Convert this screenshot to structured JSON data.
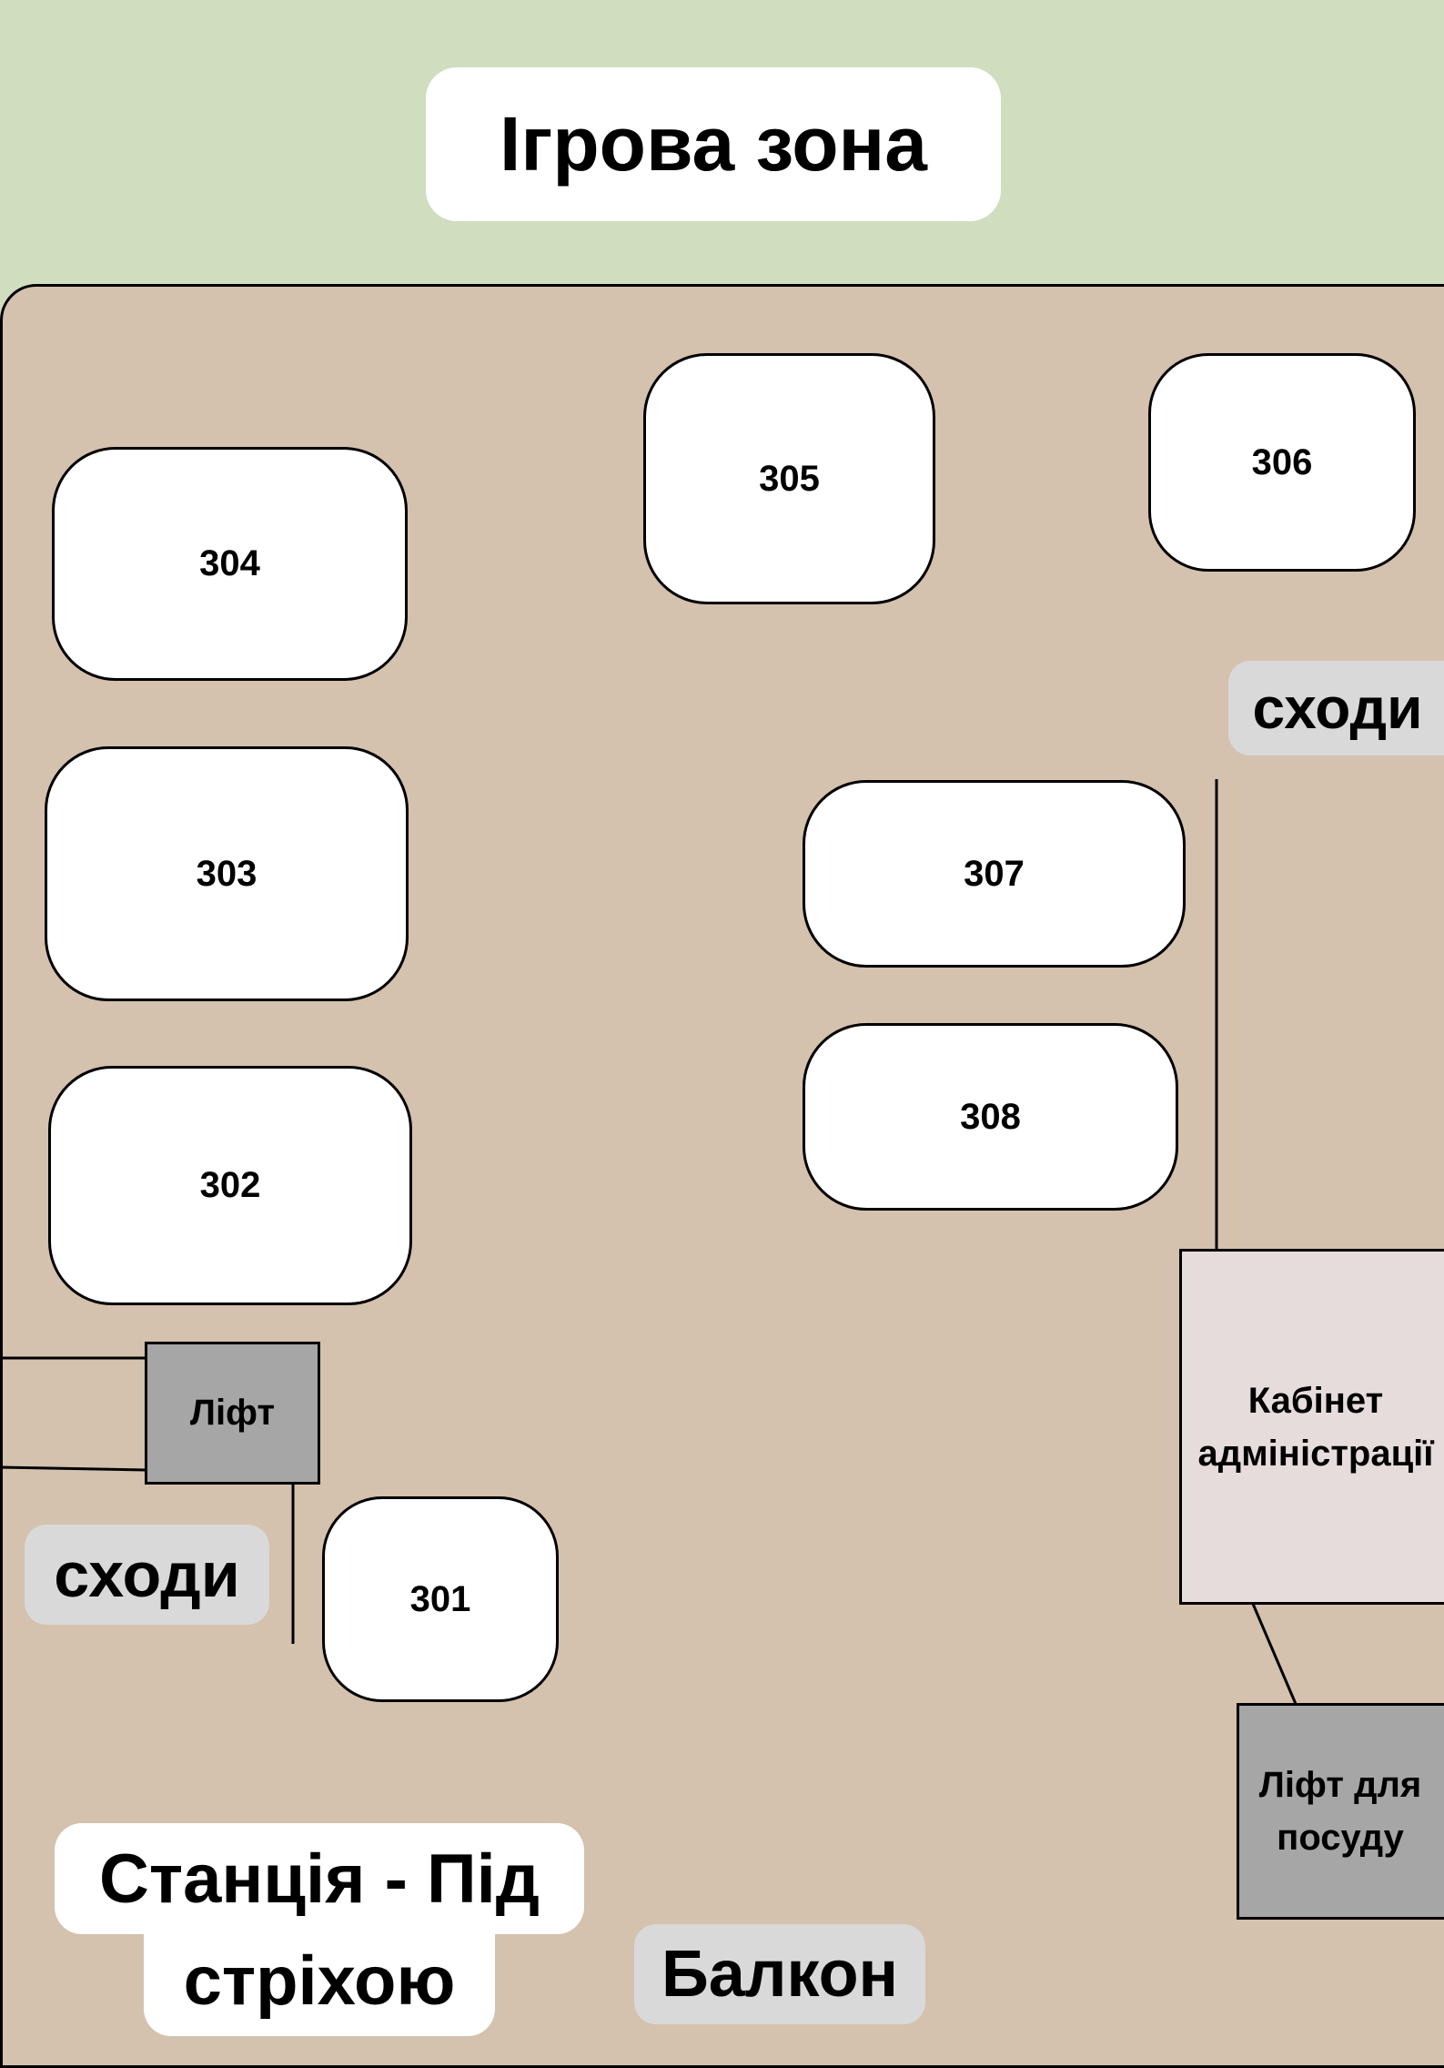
{
  "header": {
    "title": "Ігрова зона"
  },
  "tables": {
    "t301": "301",
    "t302": "302",
    "t303": "303",
    "t304": "304",
    "t305": "305",
    "t306": "306",
    "t307": "307",
    "t308": "308"
  },
  "labels": {
    "stairs_right": "сходи",
    "stairs_left": "сходи",
    "lift": "Ліфт",
    "admin_office": "Кабінет\nадміністрації",
    "dish_lift": "Ліфт для\nпосуду",
    "station_line1": "Станція - Під",
    "station_line2": "стріхою",
    "balcony": "Балкон"
  },
  "colors": {
    "zone_background": "#d0ddbf",
    "floor": "#d4c1ae",
    "table": "#ffffff",
    "lift": "#a6a6a6",
    "admin_office": "#e6dcdc",
    "label_chip": "#d9d9d9"
  }
}
